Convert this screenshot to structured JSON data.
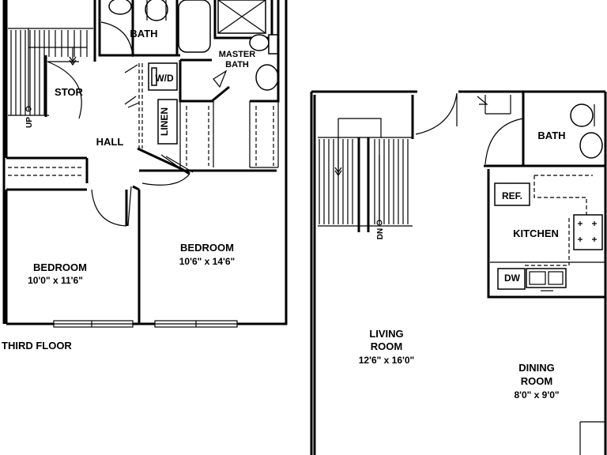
{
  "third_floor": {
    "title": "THIRD FLOOR",
    "bath": "BATH",
    "master_bath_line1": "MASTER",
    "master_bath_line2": "BATH",
    "wd": "W/D",
    "stor": "STOR",
    "linen": "LINEN",
    "hall": "HALL",
    "up": "UP",
    "bedroom1": {
      "name": "BEDROOM",
      "size": "10'0\" x 11'6\""
    },
    "bedroom2": {
      "name": "BEDROOM",
      "size": "10'6\" x 14'6\""
    }
  },
  "second_floor": {
    "bath": "BATH",
    "ref": "REF.",
    "kitchen": "KITCHEN",
    "dw": "DW",
    "dn": "DN",
    "living": {
      "line1": "LIVING",
      "line2": "ROOM",
      "size": "12'6\" x 16'0\""
    },
    "dining": {
      "line1": "DINING",
      "line2": "ROOM",
      "size": "8'0\" x 9'0\""
    }
  }
}
